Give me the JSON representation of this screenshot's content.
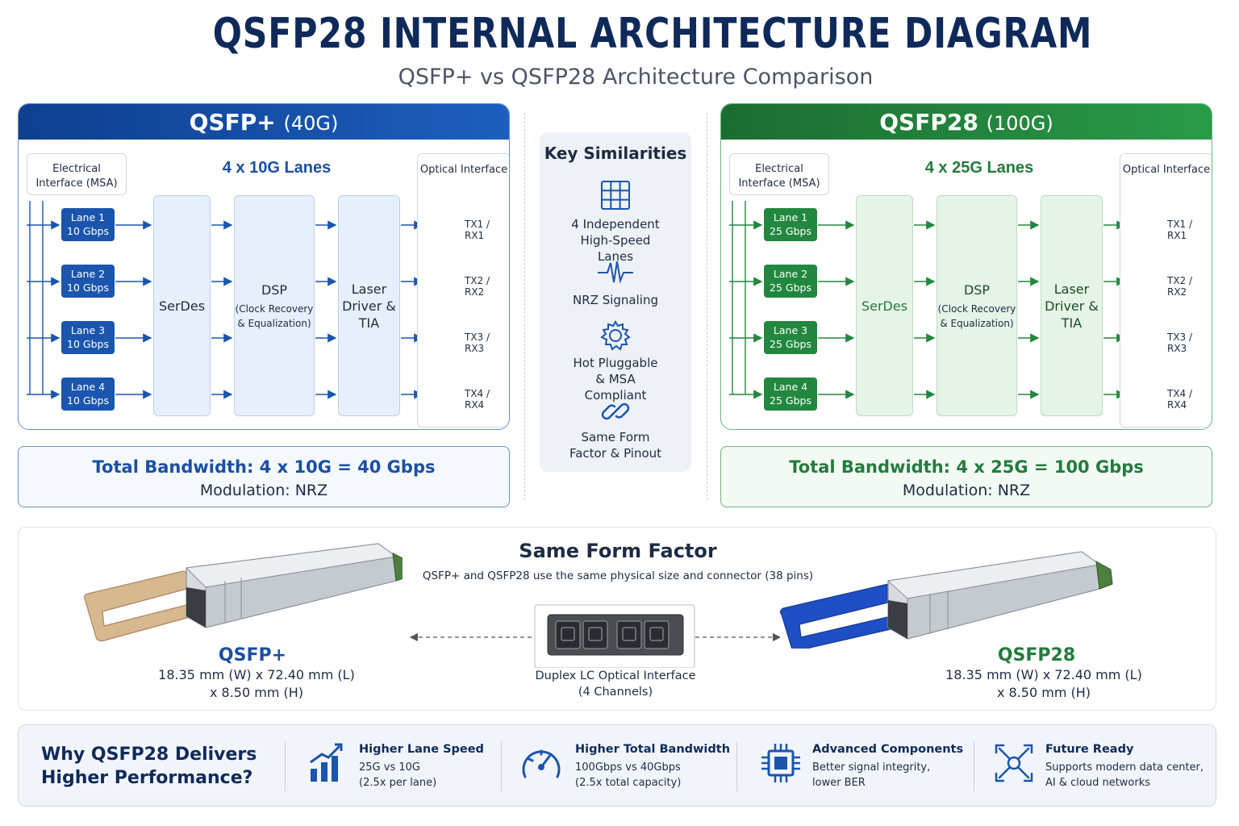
{
  "title": "QSFP28 INTERNAL ARCHITECTURE DIAGRAM",
  "subtitle": "QSFP+ vs QSFP28 Architecture Comparison",
  "qsfp_plus": {
    "name": "QSFP+",
    "speed": "(40G)",
    "lanes_title": "4 x 10G Lanes",
    "electrical_interface": "Electrical Interface (MSA)",
    "optical_interface": "Optical Interface",
    "lanes": [
      {
        "name": "Lane 1",
        "rate": "10 Gbps"
      },
      {
        "name": "Lane 2",
        "rate": "10 Gbps"
      },
      {
        "name": "Lane 3",
        "rate": "10 Gbps"
      },
      {
        "name": "Lane 4",
        "rate": "10 Gbps"
      }
    ],
    "blocks": {
      "serdes": "SerDes",
      "dsp": "DSP",
      "dsp_sub": "(Clock Recovery & Equalization)",
      "laser": "Laser Driver & TIA"
    },
    "channels": [
      "TX1 / RX1",
      "TX2 / RX2",
      "TX3 / RX3",
      "TX4 / RX4"
    ],
    "bandwidth": "Total Bandwidth: 4 x 10G = 40 Gbps",
    "modulation": "Modulation: NRZ",
    "module_label": "QSFP+",
    "dimensions_line1": "18.35 mm (W) x 72.40 mm (L)",
    "dimensions_line2": "x 8.50 mm (H)"
  },
  "qsfp28": {
    "name": "QSFP28",
    "speed": "(100G)",
    "lanes_title": "4 x 25G Lanes",
    "electrical_interface": "Electrical Interface (MSA)",
    "optical_interface": "Optical Interface",
    "lanes": [
      {
        "name": "Lane 1",
        "rate": "25 Gbps"
      },
      {
        "name": "Lane 2",
        "rate": "25 Gbps"
      },
      {
        "name": "Lane 3",
        "rate": "25 Gbps"
      },
      {
        "name": "Lane 4",
        "rate": "25 Gbps"
      }
    ],
    "blocks": {
      "serdes": "SerDes",
      "dsp": "DSP",
      "dsp_sub": "(Clock Recovery & Equalization)",
      "laser": "Laser Driver & TIA"
    },
    "channels": [
      "TX1 / RX1",
      "TX2 / RX2",
      "TX3 / RX3",
      "TX4 / RX4"
    ],
    "bandwidth": "Total Bandwidth: 4 x 25G = 100 Gbps",
    "modulation": "Modulation: NRZ",
    "module_label": "QSFP28",
    "dimensions_line1": "18.35 mm (W) x 72.40 mm (L)",
    "dimensions_line2": "x 8.50 mm (H)"
  },
  "similarities": {
    "title": "Key Similarities",
    "items": [
      {
        "icon": "grid-icon",
        "text": "4 Independent High-Speed Lanes"
      },
      {
        "icon": "waveform-icon",
        "text": "NRZ Signaling"
      },
      {
        "icon": "gear-icon",
        "text": "Hot Pluggable & MSA Compliant"
      },
      {
        "icon": "link-icon",
        "text": "Same Form Factor & Pinout"
      }
    ]
  },
  "form_factor": {
    "title": "Same Form Factor",
    "subtitle": "QSFP+ and QSFP28 use the same physical size and connector (38 pins)",
    "connector_caption_line1": "Duplex LC Optical Interface",
    "connector_caption_line2": "(4 Channels)"
  },
  "why": {
    "title_line1": "Why QSFP28 Delivers",
    "title_line2": "Higher Performance?",
    "items": [
      {
        "icon": "bar-chart-icon",
        "title": "Higher Lane Speed",
        "line1": "25G vs 10G",
        "line2": "(2.5x per lane)"
      },
      {
        "icon": "speedometer-icon",
        "title": "Higher Total Bandwidth",
        "line1": "100Gbps vs 40Gbps",
        "line2": "(2.5x total capacity)"
      },
      {
        "icon": "chip-icon",
        "title": "Advanced Components",
        "line1": "Better signal integrity,",
        "line2": "lower BER"
      },
      {
        "icon": "network-icon",
        "title": "Future Ready",
        "line1": "Supports modern data center,",
        "line2": "AI & cloud networks"
      }
    ]
  },
  "colors": {
    "qsfp_plus_primary": "#1b55ad",
    "qsfp28_primary": "#22873f",
    "title": "#0f2a5a"
  }
}
